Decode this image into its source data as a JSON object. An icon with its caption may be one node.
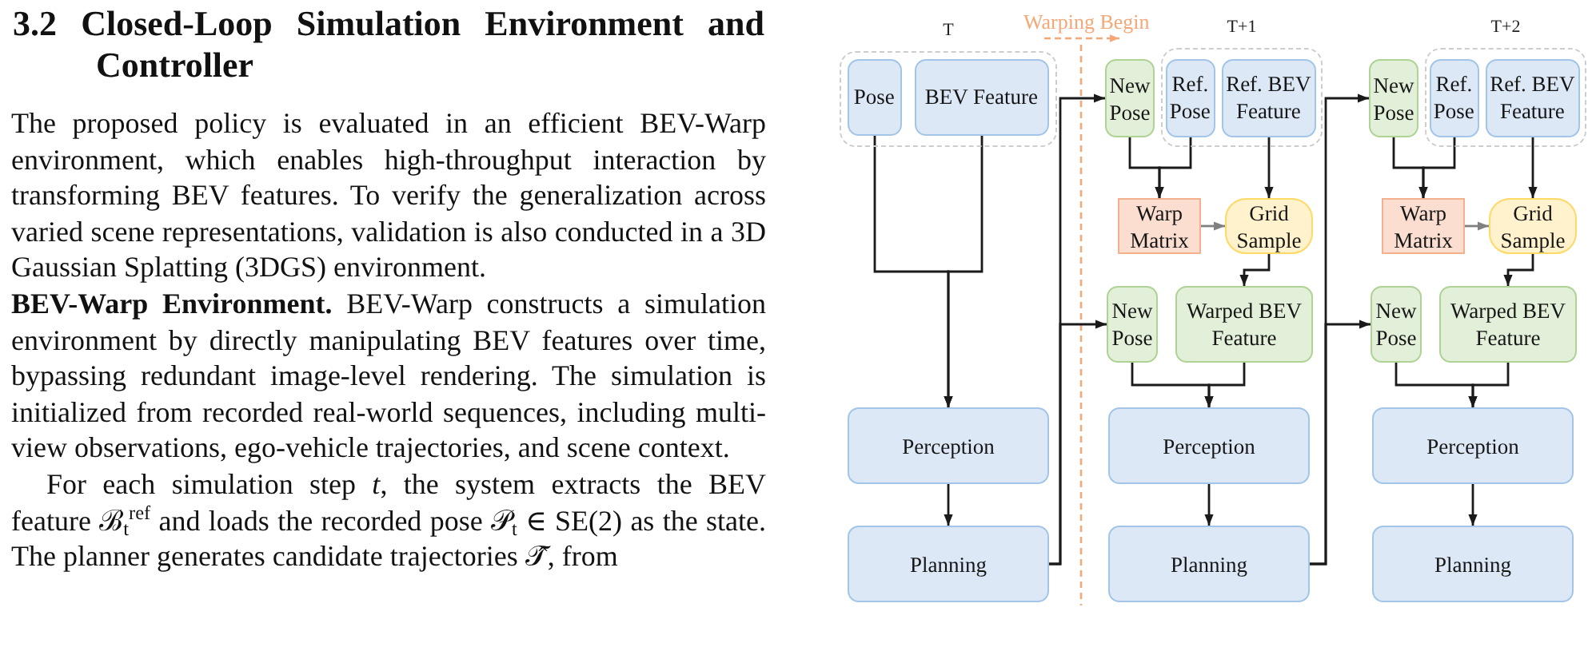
{
  "diagram": {
    "title": "3.2 Closed-Loop Simulation Environment and Controller",
    "nodes": [
      {
        "text": [
          "T"
        ]
      },
      {
        "text": [
          "Pose"
        ],
        "in": 0
      },
      {
        "text": [
          "BEV Feature"
        ],
        "in": 0
      },
      {
        "text": [
          "Perception"
        ]
      },
      {
        "text": [
          "Planning"
        ]
      },
      {
        "text": [
          "New Pose"
        ]
      },
      {
        "text": [
          "T+1"
        ]
      },
      {
        "text": [
          "Ref. Pose"
        ],
        "in": 6
      },
      {
        "text": [
          "Ref. BEV Feature"
        ],
        "in": 6
      },
      {
        "text": [
          "Warp Matrix"
        ]
      },
      {
        "text": [
          "Grid Sample"
        ]
      },
      {
        "text": [
          "New Pose"
        ]
      },
      {
        "text": [
          "Warped BEV Feature"
        ]
      },
      {
        "text": [
          "Perception"
        ]
      },
      {
        "text": [
          "Planning"
        ]
      },
      {
        "text": [
          "New Pose"
        ]
      },
      {
        "text": [
          "T+2"
        ]
      },
      {
        "text": [
          "Ref. Pose"
        ],
        "in": 16
      },
      {
        "text": [
          "Ref. BEV Feature"
        ],
        "in": 16
      },
      {
        "text": [
          "Warp Matrix"
        ]
      },
      {
        "text": [
          "Grid Sample"
        ]
      },
      {
        "text": [
          "New Pose"
        ]
      },
      {
        "text": [
          "Warped BEV Feature"
        ]
      },
      {
        "text": [
          "Perception"
        ]
      },
      {
        "text": [
          "Planning"
        ]
      }
    ],
    "edges": [
      {
        "from": 1,
        "to": 3,
        "arrow": "to"
      },
      {
        "from": 2,
        "to": 3,
        "arrow": "to"
      },
      {
        "from": 3,
        "to": 4,
        "arrow": "to"
      },
      {
        "from": 4,
        "to": 5,
        "arrow": "to"
      },
      {
        "from": 4,
        "to": 11,
        "arrow": "to"
      },
      {
        "from": 5,
        "to": 9,
        "arrow": "to"
      },
      {
        "from": 7,
        "to": 9,
        "arrow": "to"
      },
      {
        "from": 8,
        "to": 10,
        "arrow": "to"
      },
      {
        "from": 9,
        "to": 10,
        "arrow": "to",
        "color": "#808080"
      },
      {
        "from": 10,
        "to": 12,
        "arrow": "to"
      },
      {
        "from": 11,
        "to": 13,
        "arrow": "to"
      },
      {
        "from": 12,
        "to": 13,
        "arrow": "to"
      },
      {
        "from": 13,
        "to": 14,
        "arrow": "to"
      },
      {
        "from": 14,
        "to": 15,
        "arrow": "to"
      },
      {
        "from": 14,
        "to": 21,
        "arrow": "to"
      },
      {
        "from": 15,
        "to": 19,
        "arrow": "to"
      },
      {
        "from": 17,
        "to": 19,
        "arrow": "to"
      },
      {
        "from": 18,
        "to": 20,
        "arrow": "to"
      },
      {
        "from": 19,
        "to": 20,
        "arrow": "to",
        "color": "#808080"
      },
      {
        "from": 20,
        "to": 22,
        "arrow": "to"
      },
      {
        "from": 21,
        "to": 23,
        "arrow": "to"
      },
      {
        "from": 22,
        "to": 23,
        "arrow": "to"
      },
      {
        "from": 23,
        "to": 24,
        "arrow": "to"
      }
    ],
    "labels": [
      "The proposed policy is evaluated in an efficient BEV-Warp environment, which enables high-throughput interaction by transforming BEV features. To verify the generalization across varied scene representations, validation is also conducted in a 3D Gaussian Splatting (3DGS) environment.",
      "**BEV-Warp Environment.** BEV-Warp constructs a simulation environment by directly manipulating BEV features over time, bypassing redundant image-level rendering. The simulation is initialized from recorded real-world sequences, including multi-view observations, ego-vehicle trajectories, and scene context.",
      "For each simulation step *t*, the system extracts the BEV feature ℬ$_{t}$$^{ref}$ and loads the recorded pose 𝒫$_{t}$ ∈ SE(2) as the state. The planner generates candidate trajectories 𝒯̂, from",
      "Warping Begin"
    ]
  }
}
